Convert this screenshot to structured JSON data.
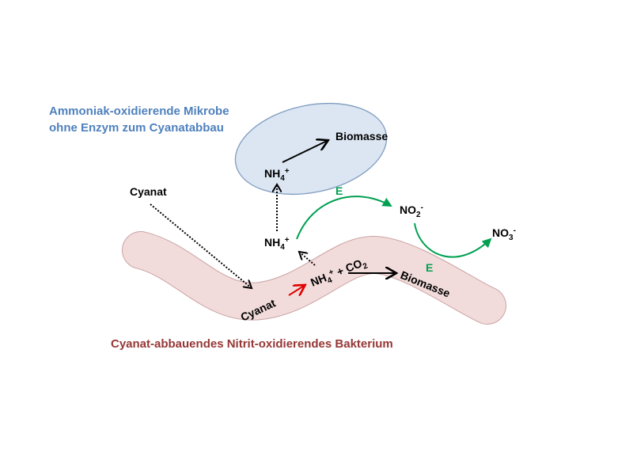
{
  "colors": {
    "microbe_title": "#4f81bd",
    "bacterium_title": "#953735",
    "enzyme": "#00a050",
    "cyanate_conversion": "#e00000",
    "ellipse_fill": "#dce6f2",
    "ellipse_stroke": "#7f9cc0",
    "bacterium_fill": "#f2dcdb",
    "bacterium_stroke": "#c9a3a2"
  },
  "microbe": {
    "title_line1": "Ammoniak-oxidierende  Mikrobe",
    "title_line2": "ohne Enzym zum Cyanatabbau",
    "biomass": "Biomasse",
    "ammonium": {
      "base": "NH",
      "sub": "4",
      "sup": "+"
    }
  },
  "external": {
    "cyanate": "Cyanat",
    "ammonium": {
      "base": "NH",
      "sub": "4",
      "sup": "+"
    },
    "nitrite": {
      "base": "NO",
      "sub": "2",
      "sup": "-"
    },
    "nitrate": {
      "base": "NO",
      "sub": "3",
      "sup": "-"
    },
    "enzyme_label_1": "E",
    "enzyme_label_2": "E"
  },
  "bacterium": {
    "title": "Cyanat-abbauendes Nitrit-oxidierendes  Bakterium",
    "cyanate": "Cyanat",
    "ammonium": {
      "base": "NH",
      "sub": "4",
      "sup": "+"
    },
    "plus_co2": {
      "base": " + CO",
      "sub": "2"
    },
    "biomass": "Biomasse"
  }
}
